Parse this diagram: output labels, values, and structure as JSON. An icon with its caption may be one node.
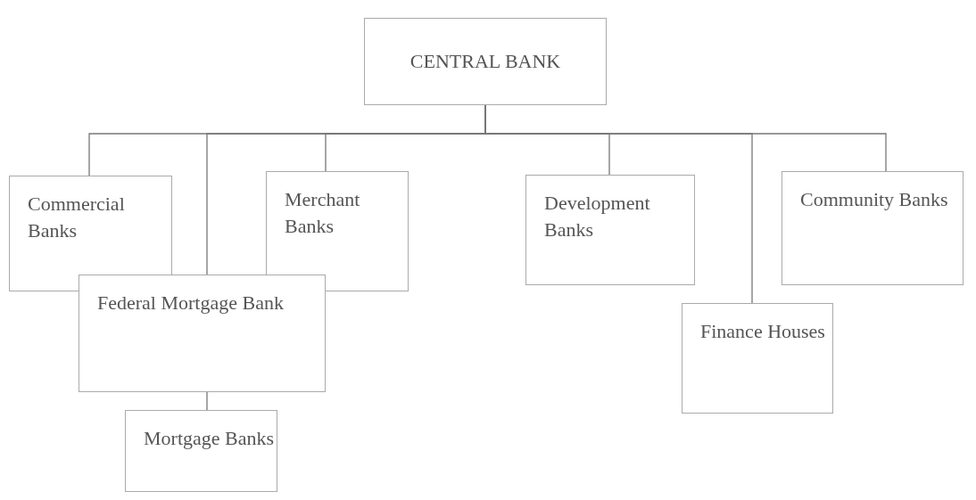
{
  "diagram": {
    "nodes": [
      {
        "text": [
          "CENTRAL BANK"
        ]
      },
      {
        "text": [
          "Commercial Banks"
        ]
      },
      {
        "text": [
          "Merchant Banks"
        ]
      },
      {
        "text": [
          "Federal Mortgage Bank"
        ]
      },
      {
        "text": [
          "Mortgage Banks"
        ]
      },
      {
        "text": [
          "Development Banks"
        ]
      },
      {
        "text": [
          "Community Banks"
        ]
      },
      {
        "text": [
          "Finance Houses"
        ]
      }
    ],
    "edges": [
      {
        "from": 0,
        "to": 1,
        "arrow": "none"
      },
      {
        "from": 0,
        "to": 3,
        "arrow": "none"
      },
      {
        "from": 0,
        "to": 2,
        "arrow": "none"
      },
      {
        "from": 0,
        "to": 5,
        "arrow": "none"
      },
      {
        "from": 0,
        "to": 7,
        "arrow": "none"
      },
      {
        "from": 0,
        "to": 6,
        "arrow": "none"
      },
      {
        "from": 3,
        "to": 4,
        "arrow": "none"
      }
    ]
  }
}
